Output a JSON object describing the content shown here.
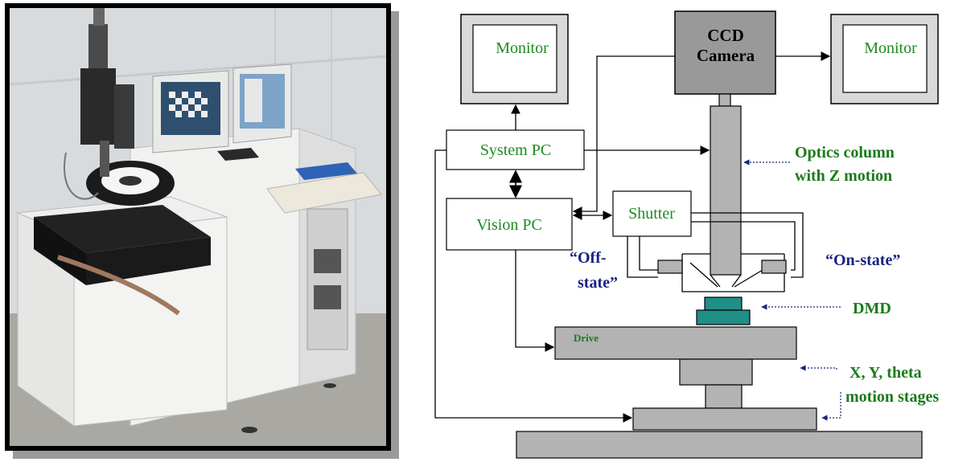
{
  "diagram": {
    "labels": {
      "monitor_left": "Monitor",
      "monitor_right": "Monitor",
      "ccd_line1": "CCD",
      "ccd_line2": "Camera",
      "system_pc": "System PC",
      "vision_pc": "Vision PC",
      "shutter": "Shutter",
      "optics_line1": "Optics column",
      "optics_line2": "with Z motion",
      "off_state_line1": "“Off-",
      "off_state_line2": "state”",
      "on_state": "“On-state”",
      "dmd": "DMD",
      "drive": "Drive",
      "stages_line1": "X, Y, theta",
      "stages_line2": "motion stages"
    },
    "colors": {
      "label_green": "#1f8a1f",
      "state_navy": "#1a237e",
      "dmd_teal": "#1f8f88",
      "component_gray": "#b3b3b3",
      "ccd_gray": "#999999",
      "monitor_bezel": "#d9d9d9"
    }
  }
}
